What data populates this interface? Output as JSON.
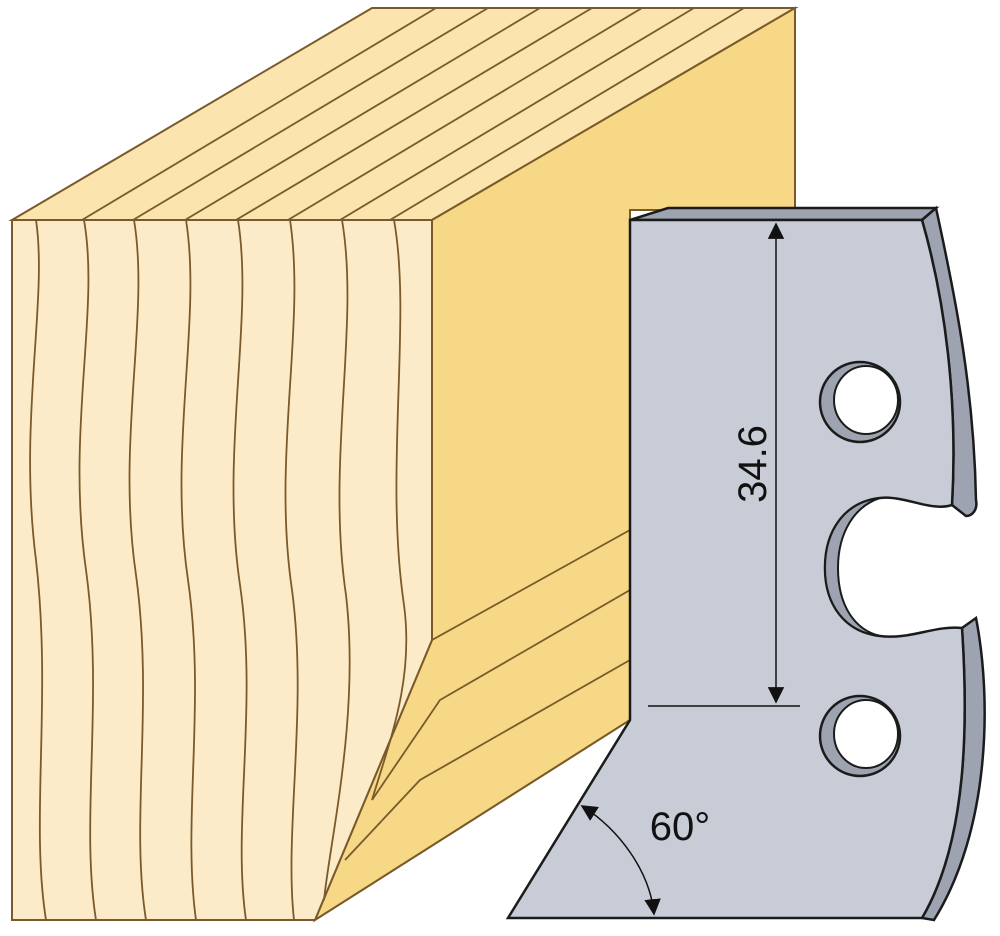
{
  "dimensions": {
    "height_label": "34.6",
    "angle_label": "60°"
  },
  "colors": {
    "wood_front": "#fcebc8",
    "wood_top": "#fbe4ae",
    "wood_side": "#f6d886",
    "wood_line": "#7a5a2a",
    "blade_face": "#c8ccd6",
    "blade_edge": "#9da3b0",
    "outline": "#1b1b1b"
  },
  "icons": {
    "arrow": "arrowhead"
  }
}
